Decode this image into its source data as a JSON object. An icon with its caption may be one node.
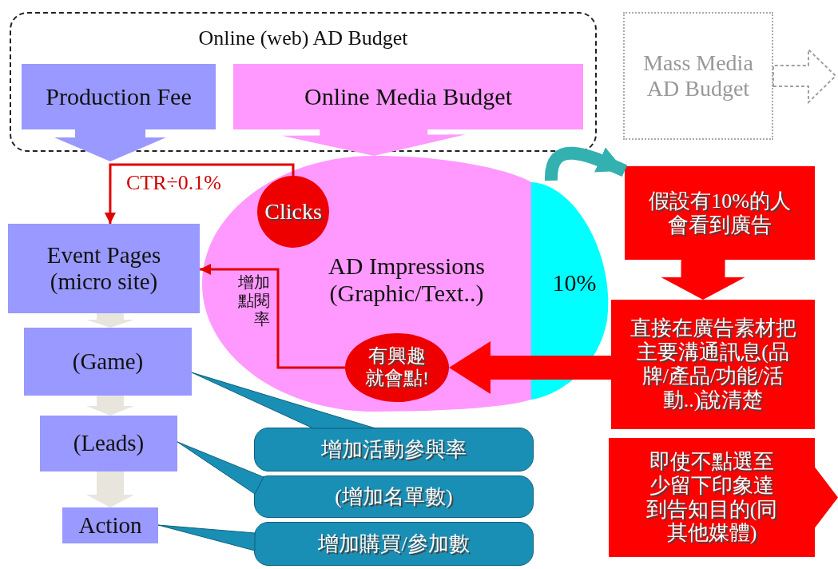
{
  "diagram": {
    "nodes": [
      {
        "text": [
          "Online (web) AD Budget"
        ]
      },
      {
        "text": [
          "Production Fee"
        ],
        "in": 0
      },
      {
        "text": [
          "Online Media Budget"
        ],
        "in": 0
      },
      {
        "text": [
          "Mass Media AD Budget"
        ]
      },
      {
        "text": [
          "AD Impressions (Graphic/Text..)"
        ]
      },
      {
        "text": [
          "10%"
        ]
      },
      {
        "text": [
          "Clicks"
        ],
        "in": 4
      },
      {
        "text": [
          "有興趣就會點!"
        ],
        "in": 4
      },
      {
        "text": [
          "Event Pages (micro site)"
        ]
      },
      {
        "text": [
          "(Game)"
        ]
      },
      {
        "text": [
          "(Leads)"
        ]
      },
      {
        "text": [
          "Action"
        ]
      },
      {
        "text": [
          "增加活動參與率"
        ]
      },
      {
        "text": [
          "(增加名單數)"
        ]
      },
      {
        "text": [
          "增加購買/參加數"
        ]
      },
      {
        "text": [
          "假設有10%的人會看到廣告"
        ]
      },
      {
        "text": [
          "直接在廣告素材把主要溝通訊息(品牌/產品/功能/活動..)說清楚"
        ]
      },
      {
        "text": [
          "即使不點選至少留下印象達到告知目的(同其他媒體)"
        ]
      }
    ],
    "edges": [
      {
        "from": 1,
        "to": null,
        "arrow": "to",
        "color": "#9999ff"
      },
      {
        "from": 2,
        "to": 4,
        "arrow": "to",
        "color": "#ff99ff"
      },
      {
        "from": 3,
        "to": null,
        "arrow": "to",
        "style": "dashed",
        "color": "#a0a0a0"
      },
      {
        "from": 6,
        "to": 8,
        "arrow": "to",
        "label": "CTR÷0.1%",
        "color": "#e00000"
      },
      {
        "from": 7,
        "to": 8,
        "arrow": "to",
        "label": "增加點閱率",
        "color": "#e00000"
      },
      {
        "from": 5,
        "to": 15,
        "arrow": "to",
        "style": "thick",
        "color": "#33b0b0"
      },
      {
        "from": 15,
        "to": 16,
        "arrow": "to",
        "color": "#ff0000"
      },
      {
        "from": 16,
        "to": 7,
        "arrow": "to",
        "color": "#ff0000"
      },
      {
        "from": 17,
        "to": null,
        "arrow": "to",
        "color": "#ff0000"
      },
      {
        "from": 8,
        "to": 9,
        "arrow": "to",
        "color": "#e8e6dc"
      },
      {
        "from": 9,
        "to": 10,
        "arrow": "to",
        "color": "#e8e6dc"
      },
      {
        "from": 10,
        "to": 11,
        "arrow": "to",
        "color": "#e8e6dc"
      },
      {
        "from": 12,
        "to": 9,
        "arrow": "none",
        "color": "#1a8fb5"
      },
      {
        "from": 13,
        "to": 10,
        "arrow": "none",
        "color": "#1a8fb5"
      },
      {
        "from": 14,
        "to": 11,
        "arrow": "none",
        "color": "#1a8fb5"
      }
    ]
  }
}
